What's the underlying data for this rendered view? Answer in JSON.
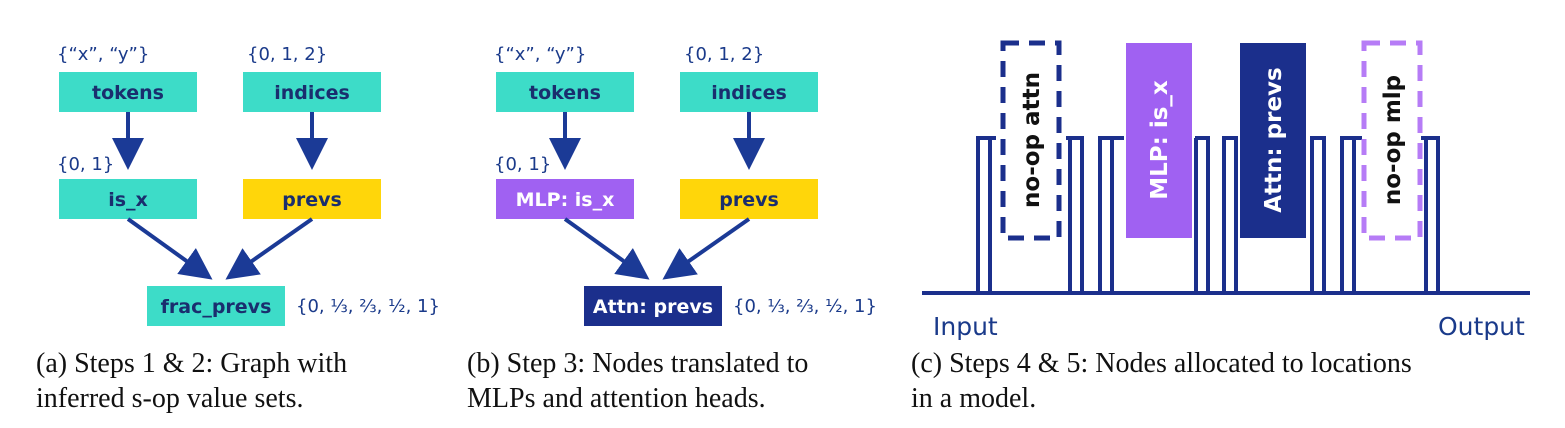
{
  "panel_a": {
    "sets": {
      "tokens": "{“x”, “y”}",
      "indices": "{0, 1, 2}",
      "is_x": "{0, 1}",
      "frac_prevs": "{0, ⅓, ⅔, ½, 1}"
    },
    "nodes": {
      "tokens": "tokens",
      "indices": "indices",
      "is_x": "is_x",
      "prevs": "prevs",
      "frac_prevs": "frac_prevs"
    },
    "caption_line1": "(a)  Steps 1 & 2:  Graph with",
    "caption_line2": "inferred s-op value sets."
  },
  "panel_b": {
    "sets": {
      "tokens": "{“x”, “y”}",
      "indices": "{0, 1, 2}",
      "is_x": "{0, 1}",
      "attn": "{0, ⅓, ⅔, ½, 1}"
    },
    "nodes": {
      "tokens": "tokens",
      "indices": "indices",
      "mlp": "MLP: is_x",
      "prevs": "prevs",
      "attn": "Attn: prevs"
    },
    "caption_line1": "(b)  Step 3: Nodes translated to",
    "caption_line2": "MLPs and attention heads."
  },
  "panel_c": {
    "blocks": {
      "noop_attn": "no-op attn",
      "mlp": "MLP: is_x",
      "attn": "Attn: prevs",
      "noop_mlp": "no-op mlp"
    },
    "input_label": "Input",
    "output_label": "Output",
    "caption_line1": "(c)  Steps 4 & 5: Nodes allocated to locations",
    "caption_line2": "in a model."
  },
  "colors": {
    "teal": "#3ddcc8",
    "yellow": "#ffd60a",
    "purple": "#a061f2",
    "navy": "#1b2f8c",
    "arrow": "#1b3a96",
    "dash_purple": "#b67cf6"
  }
}
